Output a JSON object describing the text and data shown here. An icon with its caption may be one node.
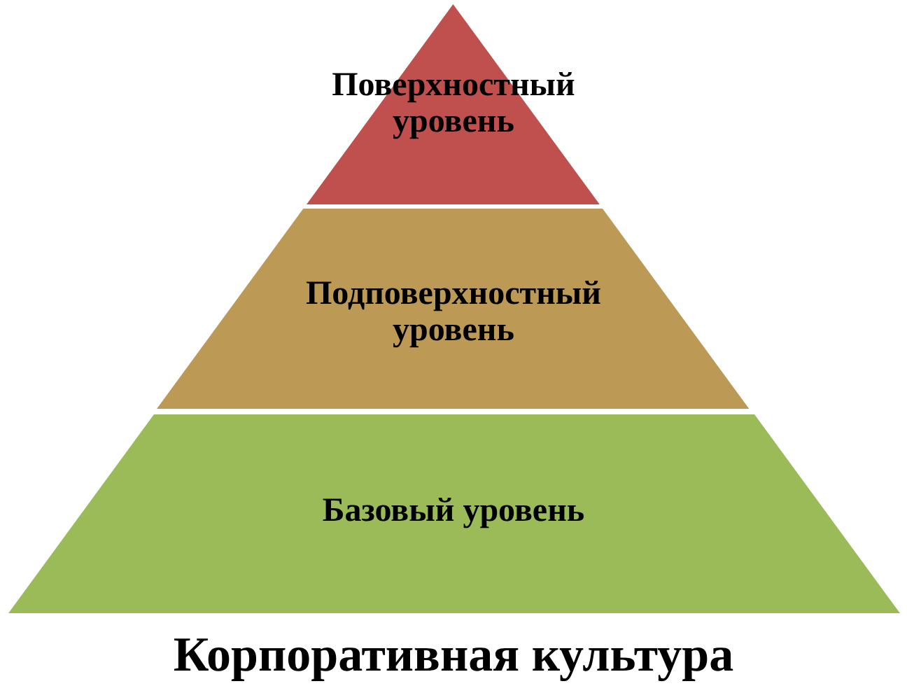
{
  "diagram": {
    "title": "Корпоративная культура",
    "nodes": [
      {
        "text": [
          "Поверхностный уровень"
        ]
      },
      {
        "text": [
          "Подповерхностный уровень"
        ]
      },
      {
        "text": [
          "Базовый уровень"
        ]
      }
    ]
  }
}
